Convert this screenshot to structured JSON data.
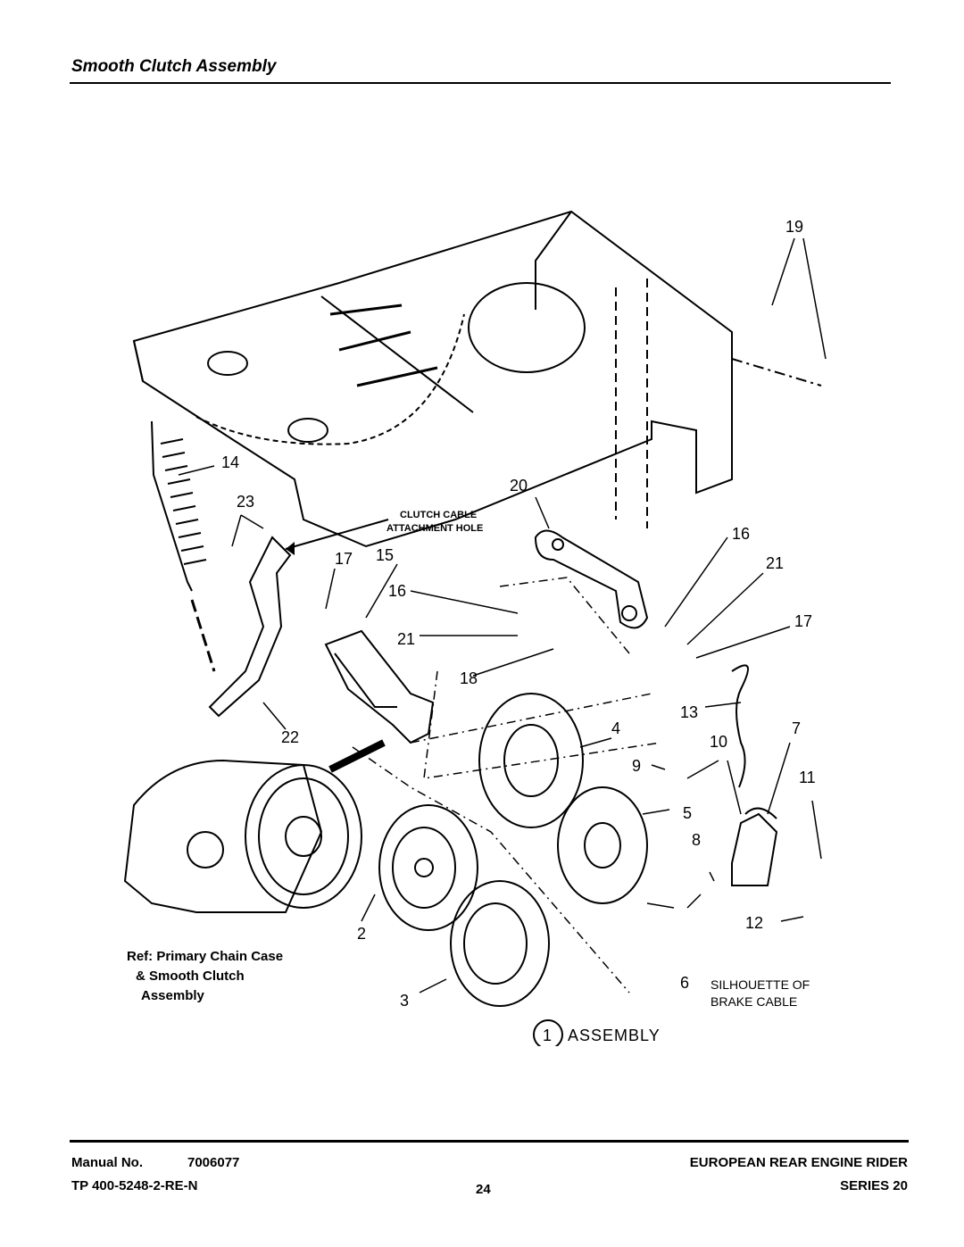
{
  "header": {
    "title": "Smooth Clutch Assembly"
  },
  "diagram": {
    "callouts": [
      "19",
      "14",
      "23",
      "20",
      "16",
      "21",
      "17",
      "15",
      "16",
      "21",
      "18",
      "17",
      "13",
      "7",
      "22",
      "4",
      "9",
      "10",
      "11",
      "5",
      "8",
      "2",
      "12",
      "6",
      "3",
      "1"
    ],
    "clutch_cable_label_1": "CLUTCH CABLE",
    "clutch_cable_label_2": "ATTACHMENT HOLE",
    "ref_line_1": "Ref: Primary Chain Case",
    "ref_line_2": "& Smooth Clutch",
    "ref_line_3": "Assembly",
    "silhouette_1": "SILHOUETTE OF",
    "silhouette_2": "BRAKE CABLE",
    "assembly_label": "ASSEMBLY"
  },
  "footer": {
    "manual_label": "Manual No.",
    "manual_number": "7006077",
    "tp_number": "TP 400-5248-2-RE-N",
    "page_number": "24",
    "product": "EUROPEAN REAR ENGINE RIDER",
    "series": "SERIES 20"
  }
}
